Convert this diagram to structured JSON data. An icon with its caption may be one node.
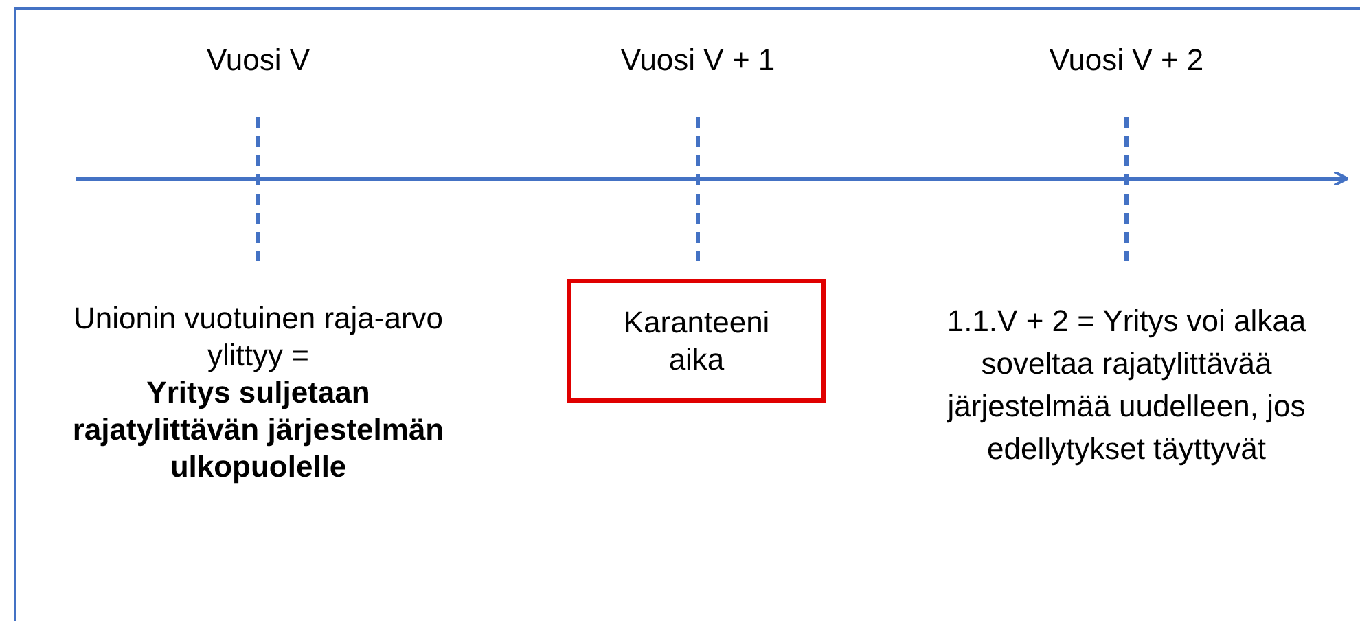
{
  "diagram": {
    "nodes": [
      {
        "text": [
          "Karanteeni aika"
        ]
      }
    ],
    "labels": [
      "Vuosi V",
      "Vuosi V + 1",
      "Vuosi V + 2",
      "Unionin vuotuinen raja-arvo ylittyy = **Yritys suljetaan rajatylittävän järjestelmän ulkopuolelle**",
      "1.1.V + 2 = Yritys voi alkaa soveltaa rajatylittävää järjestelmää uudelleen, jos edellytykset täyttyvät"
    ]
  }
}
